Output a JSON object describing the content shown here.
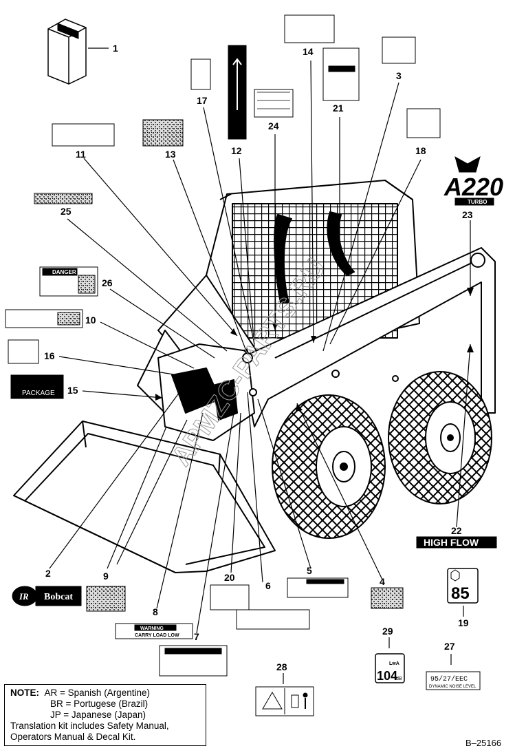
{
  "callouts": [
    "1",
    "2",
    "3",
    "4",
    "5",
    "6",
    "7",
    "8",
    "9",
    "10",
    "11",
    "12",
    "13",
    "14",
    "15",
    "16",
    "17",
    "18",
    "19",
    "20",
    "21",
    "22",
    "23",
    "24",
    "25",
    "26",
    "27",
    "28",
    "29"
  ],
  "decals": {
    "danger_label": "DANGER",
    "warning_label": "WARNING",
    "carry_load_low": "CARRY LOAD LOW",
    "package": "PACKAGE",
    "bobcat": "Bobcat",
    "ir": "IR",
    "high_flow": "HIGH FLOW",
    "model": "A220",
    "turbo": "TURBO",
    "sound_value": "85",
    "lwa_value": "104",
    "lwa_unit": "LwA",
    "lwa_sub": "dB",
    "ec_code": "95/27/EEC",
    "ec_sub": "DYNAMIC NOISE LEVEL"
  },
  "note": {
    "label": "NOTE:",
    "line1": "AR = Spanish (Argentine)",
    "line2": "BR = Portugese (Brazil)",
    "line3": "JP = Japanese (Japan)",
    "line4": "Translation kit includes Safety Manual,",
    "line5": "Operators Manual & Decal Kit."
  },
  "figure_ref": "B–25166",
  "watermark": "APMZC-PARTS.RU"
}
